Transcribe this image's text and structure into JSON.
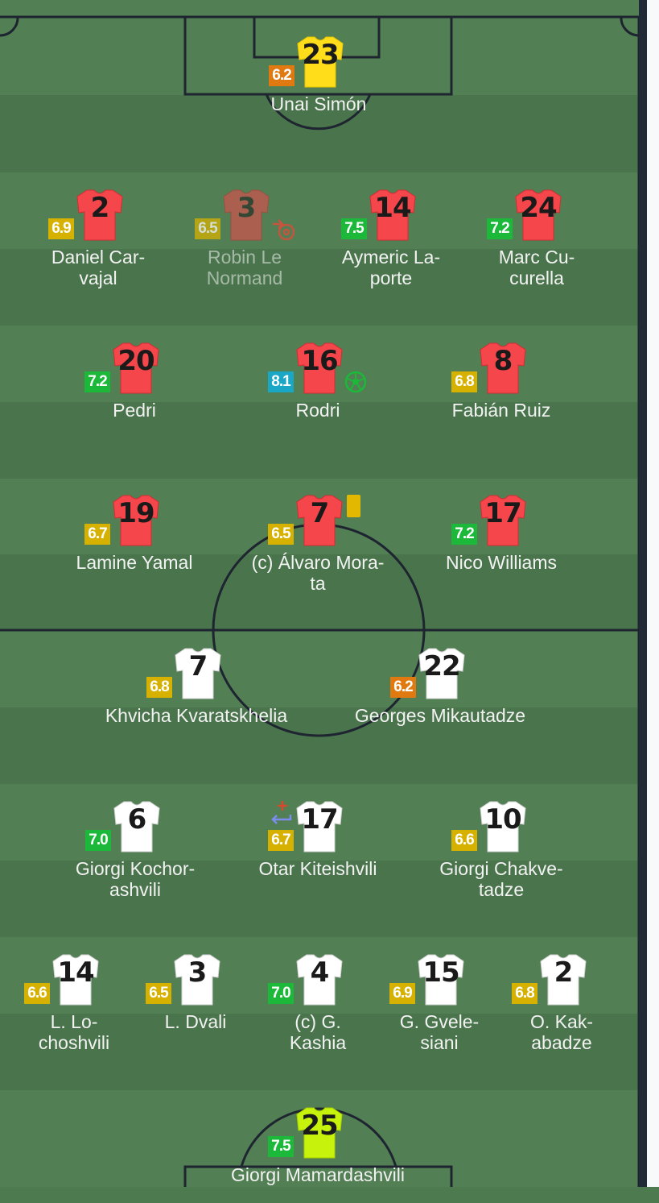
{
  "colors": {
    "pitch_light": "#527f54",
    "pitch_dark": "#4a754c",
    "lines": "#1e2530",
    "spain_shirt": "#f4464b",
    "georgia_shirt": "#ffffff",
    "spain_gk_shirt": "#ffdd1a",
    "georgia_gk_shirt": "#c6f20c",
    "rating_orange": "#e07a10",
    "rating_yellow": "#d6b100",
    "rating_green": "#1cb83a",
    "rating_blue": "#1aa7c6"
  },
  "spain": {
    "goalkeeper": {
      "number": "23",
      "rating": "6.2",
      "name": "Unai Simón",
      "rating_color": "orange"
    },
    "defenders": [
      {
        "number": "2",
        "rating": "6.9",
        "name1": "Daniel Car-",
        "name2": "vajal",
        "rating_color": "yellow"
      },
      {
        "number": "3",
        "rating": "6.5",
        "name1": "Robin Le",
        "name2": "Normand",
        "rating_color": "yellow",
        "substituted": true,
        "icon": "substitution-out-icon"
      },
      {
        "number": "14",
        "rating": "7.5",
        "name1": "Aymeric La-",
        "name2": "porte",
        "rating_color": "green"
      },
      {
        "number": "24",
        "rating": "7.2",
        "name1": "Marc Cu-",
        "name2": "curella",
        "rating_color": "green"
      }
    ],
    "midfielders": [
      {
        "number": "20",
        "rating": "7.2",
        "name": "Pedri",
        "rating_color": "green"
      },
      {
        "number": "16",
        "rating": "8.1",
        "name": "Rodri",
        "rating_color": "blue",
        "icon": "goal-ball-icon"
      },
      {
        "number": "8",
        "rating": "6.8",
        "name": "Fabián Ruiz",
        "rating_color": "yellow"
      }
    ],
    "forwards": [
      {
        "number": "19",
        "rating": "6.7",
        "name": "Lamine Yamal",
        "rating_color": "yellow"
      },
      {
        "number": "7",
        "rating": "6.5",
        "name1": "(c) Álvaro Mora-",
        "name2": "ta",
        "rating_color": "yellow",
        "icon": "yellow-card-icon"
      },
      {
        "number": "17",
        "rating": "7.2",
        "name": "Nico Williams",
        "rating_color": "green"
      }
    ]
  },
  "georgia": {
    "forwards": [
      {
        "number": "7",
        "rating": "6.8",
        "name": "Khvicha Kvaratskhelia",
        "rating_color": "yellow"
      },
      {
        "number": "22",
        "rating": "6.2",
        "name": "Georges Mikautadze",
        "rating_color": "orange"
      }
    ],
    "midfielders": [
      {
        "number": "6",
        "rating": "7.0",
        "name1": "Giorgi Kochor-",
        "name2": "ashvili",
        "rating_color": "green"
      },
      {
        "number": "17",
        "rating": "6.7",
        "name": "Otar Kiteishvili",
        "rating_color": "yellow",
        "icon": "substitution-in-icon"
      },
      {
        "number": "10",
        "rating": "6.6",
        "name1": "Giorgi Chakve-",
        "name2": "tadze",
        "rating_color": "yellow"
      }
    ],
    "defenders": [
      {
        "number": "14",
        "rating": "6.6",
        "name1": "L. Lo-",
        "name2": "choshvili",
        "rating_color": "yellow"
      },
      {
        "number": "3",
        "rating": "6.5",
        "name": "L. Dvali",
        "rating_color": "yellow"
      },
      {
        "number": "4",
        "rating": "7.0",
        "name1": "(c) G.",
        "name2": "Kashia",
        "rating_color": "green"
      },
      {
        "number": "15",
        "rating": "6.9",
        "name1": "G. Gvele-",
        "name2": "siani",
        "rating_color": "yellow"
      },
      {
        "number": "2",
        "rating": "6.8",
        "name1": "O. Kak-",
        "name2": "abadze",
        "rating_color": "yellow"
      }
    ],
    "goalkeeper": {
      "number": "25",
      "rating": "7.5",
      "name": "Giorgi Mamardashvili",
      "rating_color": "green"
    }
  }
}
